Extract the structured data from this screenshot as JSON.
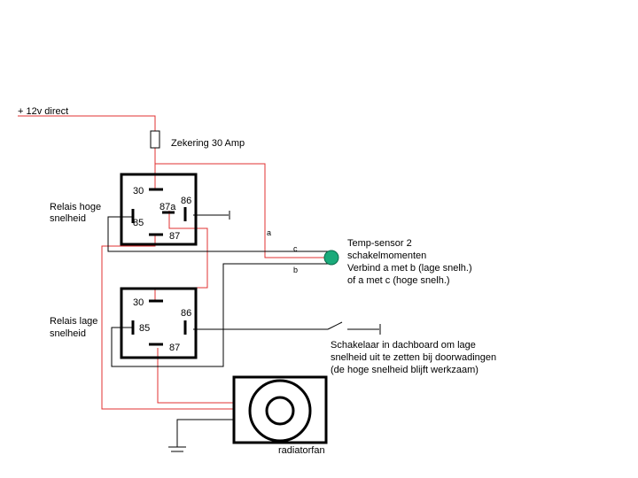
{
  "supply_label": "+ 12v direct",
  "fuse_label": "Zekering 30 Amp",
  "relay_high": {
    "label_line1": "Relais hoge",
    "label_line2": "snelheid",
    "pin_30": "30",
    "pin_87a": "87a",
    "pin_86": "86",
    "pin_85": "85",
    "pin_87": "87"
  },
  "relay_low": {
    "label_line1": "Relais lage",
    "label_line2": "snelheid",
    "pin_30": "30",
    "pin_86": "86",
    "pin_85": "85",
    "pin_87": "87"
  },
  "sensor": {
    "line1": "Temp-sensor 2",
    "line2": "schakelmomenten",
    "line3": "Verbind a met b (lage snelh.)",
    "line4": "of a met c (hoge snelh.)",
    "terminal_a": "a",
    "terminal_b": "b",
    "terminal_c": "c"
  },
  "switch_note": {
    "line1": "Schakelaar in dachboard om lage",
    "line2": "snelheid uit te zetten bij doorwadingen",
    "line3": "(de hoge snelheid blijft werkzaam)"
  },
  "fan_label": "radiatorfan",
  "colors": {
    "supply_wire": "#e03030",
    "ground_wire": "#000000",
    "sensor": "#1aaa7a"
  }
}
